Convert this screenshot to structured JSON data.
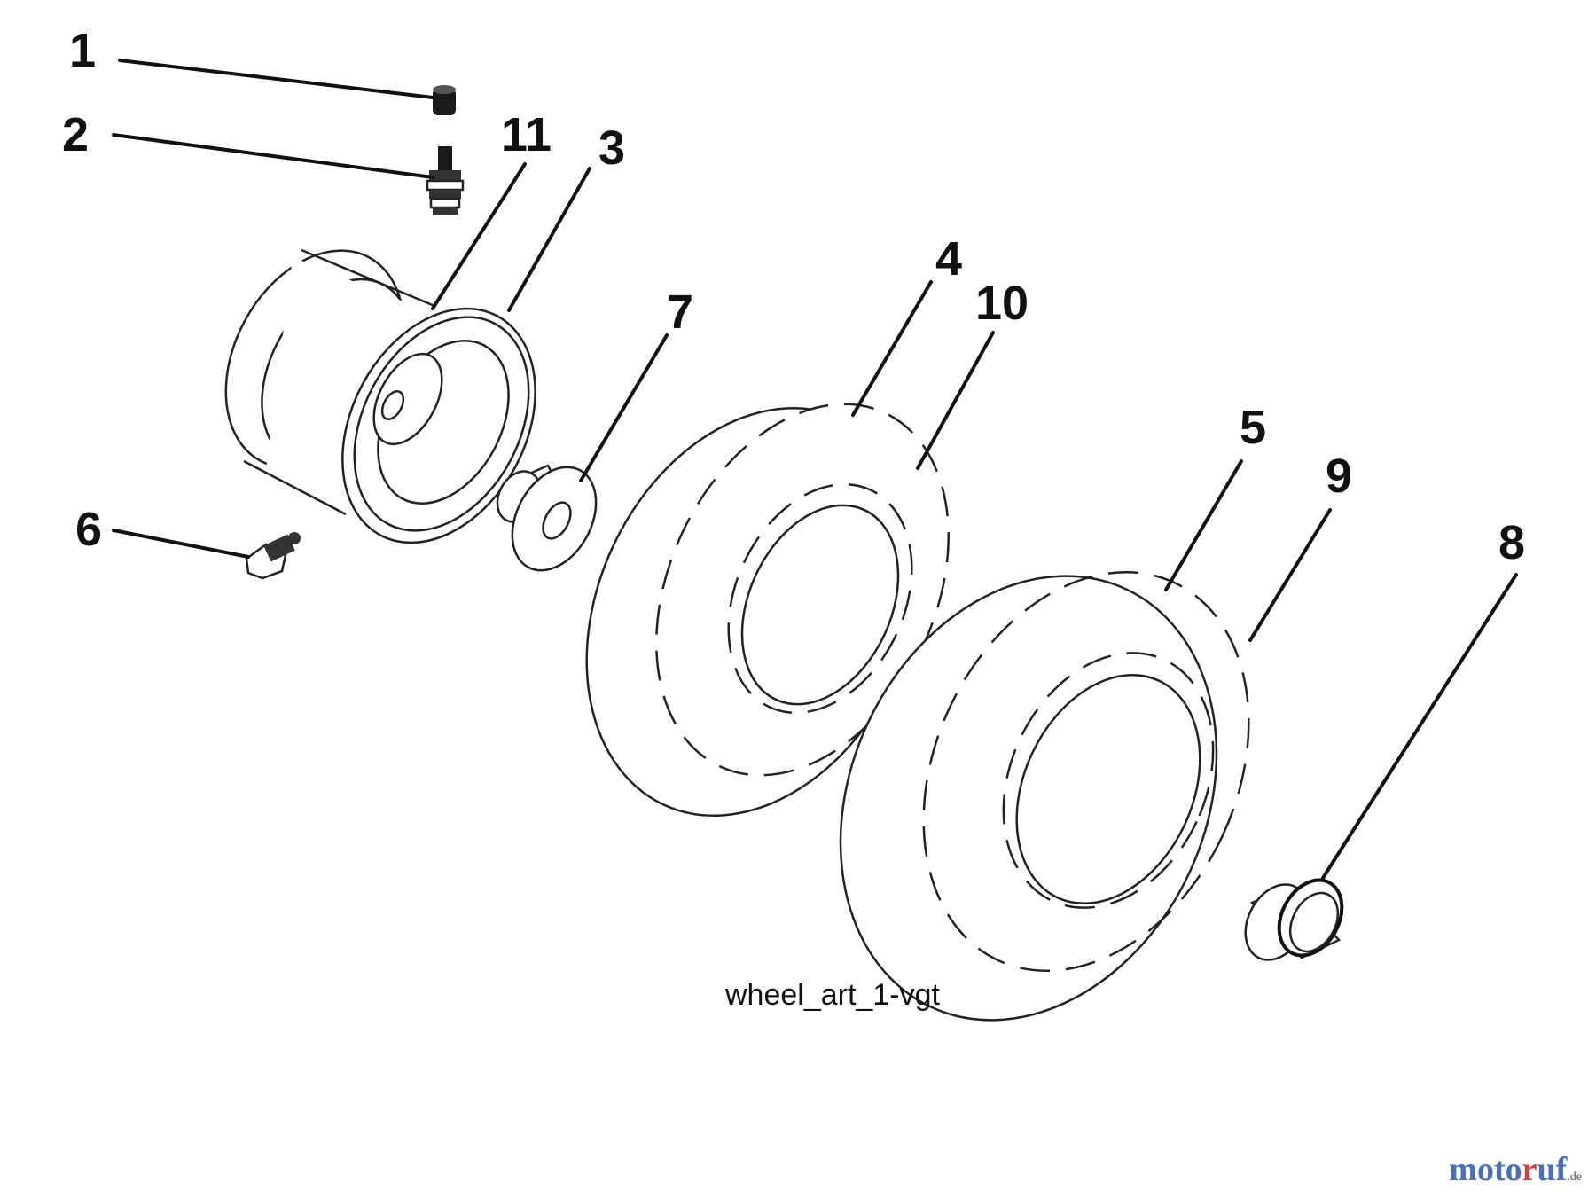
{
  "diagram": {
    "art_id": "wheel_art_1-vgt",
    "callouts": [
      {
        "id": "c1",
        "label": "1"
      },
      {
        "id": "c2",
        "label": "2"
      },
      {
        "id": "c11",
        "label": "11"
      },
      {
        "id": "c3",
        "label": "3"
      },
      {
        "id": "c4",
        "label": "4"
      },
      {
        "id": "c10",
        "label": "10"
      },
      {
        "id": "c7",
        "label": "7"
      },
      {
        "id": "c6",
        "label": "6"
      },
      {
        "id": "c5",
        "label": "5"
      },
      {
        "id": "c9",
        "label": "9"
      },
      {
        "id": "c8",
        "label": "8"
      }
    ],
    "line_color": "#111111"
  },
  "watermark": {
    "part1": "moto",
    "part2": "r",
    "part3": "uf",
    "tld": ".de",
    "colors": {
      "primary": "#4a6fb5",
      "accent": "#d04040"
    }
  }
}
